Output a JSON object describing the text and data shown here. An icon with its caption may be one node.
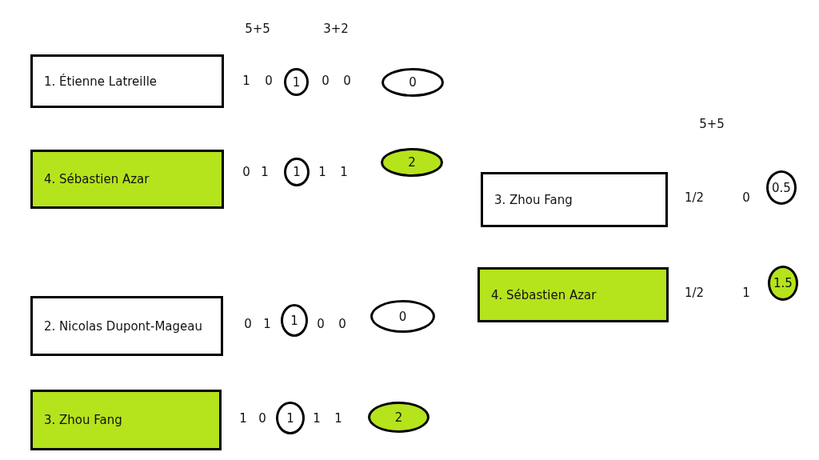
{
  "diagram": {
    "nodes": [
      {
        "text": [
          "1. Étienne Latreille"
        ]
      },
      {
        "text": [
          "1"
        ]
      },
      {
        "text": [
          "0"
        ]
      },
      {
        "text": [
          "4. Sébastien Azar"
        ]
      },
      {
        "text": [
          "1"
        ]
      },
      {
        "text": [
          "2"
        ]
      },
      {
        "text": [
          "3. Zhou Fang"
        ]
      },
      {
        "text": [
          "0.5"
        ]
      },
      {
        "text": [
          "4. Sébastien Azar"
        ]
      },
      {
        "text": [
          "1.5"
        ]
      },
      {
        "text": [
          "2. Nicolas Dupont-Mageau"
        ]
      },
      {
        "text": [
          "1"
        ]
      },
      {
        "text": [
          "0"
        ]
      },
      {
        "text": [
          "3. Zhou Fang"
        ]
      },
      {
        "text": [
          "1"
        ]
      },
      {
        "text": [
          "2"
        ]
      }
    ],
    "labels": [
      "5+5",
      "3+2",
      "1",
      "0",
      "0",
      "0",
      "5+5",
      "0",
      "1",
      "1",
      "1",
      "1/2",
      "0",
      "1/2",
      "1",
      "0",
      "1",
      "0",
      "0",
      "1",
      "0",
      "1",
      "1"
    ]
  }
}
